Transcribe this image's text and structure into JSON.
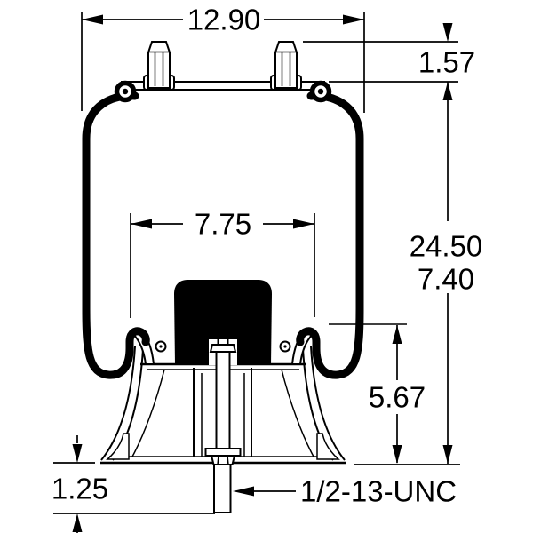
{
  "drawing": {
    "background": "#ffffff",
    "line_color": "#000000",
    "labels": {
      "dim_top_plate_width": "12.90",
      "dim_stud_height": "1.57",
      "dim_piston_width": "7.75",
      "dim_height_extended": "24.50",
      "dim_height_compressed": "7.40",
      "dim_piston_height": "5.67",
      "dim_stud_protrusion": "1.25",
      "thread_spec": "1/2-13-UNC"
    }
  }
}
